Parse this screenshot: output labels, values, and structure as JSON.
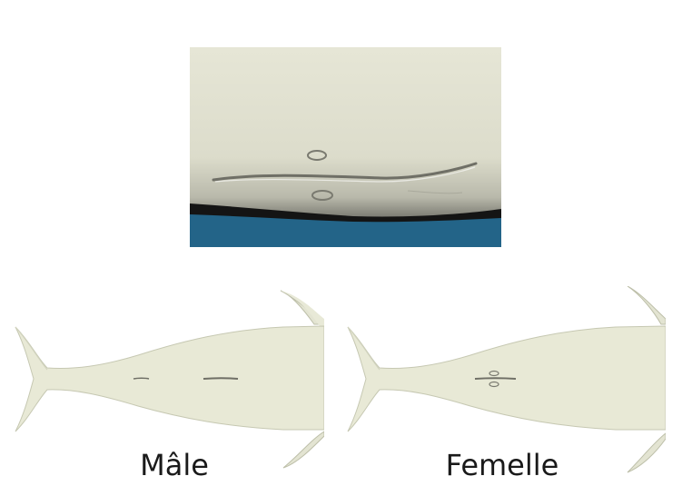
{
  "figure": {
    "closeup_image": "whale-belly-closeup",
    "panels": [
      {
        "key": "male",
        "label": "Mâle",
        "image": "whale-underside-male"
      },
      {
        "key": "female",
        "label": "Femelle",
        "image": "whale-underside-female"
      }
    ],
    "colors": {
      "skin": "#e8e8d8",
      "shadow": "#1a1a1a",
      "water": "#236488",
      "slit": "#6f6f66"
    }
  }
}
